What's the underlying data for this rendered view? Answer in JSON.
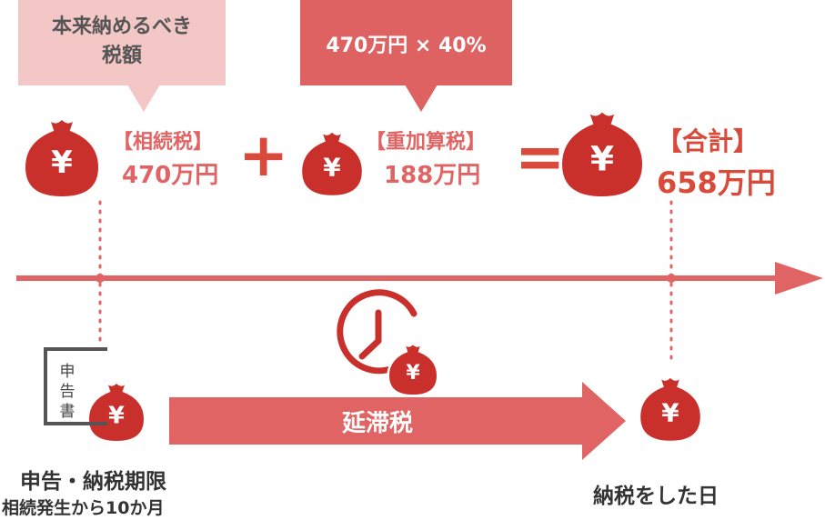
{
  "bubble_left": {
    "line1": "本来納めるべき",
    "line2": "税額"
  },
  "bubble_right": {
    "text": "470万円 × 40%"
  },
  "inheritance": {
    "label": "【相続税】",
    "amount": "470万円"
  },
  "penalty": {
    "label": "【重加算税】",
    "amount": "188万円"
  },
  "total": {
    "label": "【合計】",
    "amount": "658万円"
  },
  "operators": {
    "plus": "+",
    "equals": "="
  },
  "document": {
    "chars": [
      "申",
      "告",
      "書"
    ]
  },
  "yen_symbol": "¥",
  "delinquency": {
    "label": "延滞税"
  },
  "deadline": {
    "line1": "申告・納税期限",
    "line2": "相続発生から10か月"
  },
  "payment_day": {
    "label": "納税をした日"
  },
  "colors": {
    "accent": "#e06464",
    "bag": "#c9302c",
    "bubble_light": "#f4c7c7",
    "arrow": "#e06464"
  }
}
